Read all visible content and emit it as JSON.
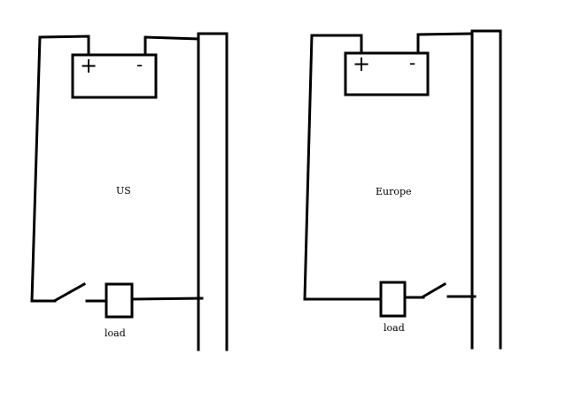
{
  "circuits": [
    {
      "title": "US",
      "load_label": "load",
      "battery_plus": "+",
      "battery_minus": "-"
    },
    {
      "title": "Europe",
      "load_label": "load",
      "battery_plus": "+",
      "battery_minus": "-"
    }
  ],
  "colors": {
    "line": "#000000",
    "background": "#ffffff"
  }
}
